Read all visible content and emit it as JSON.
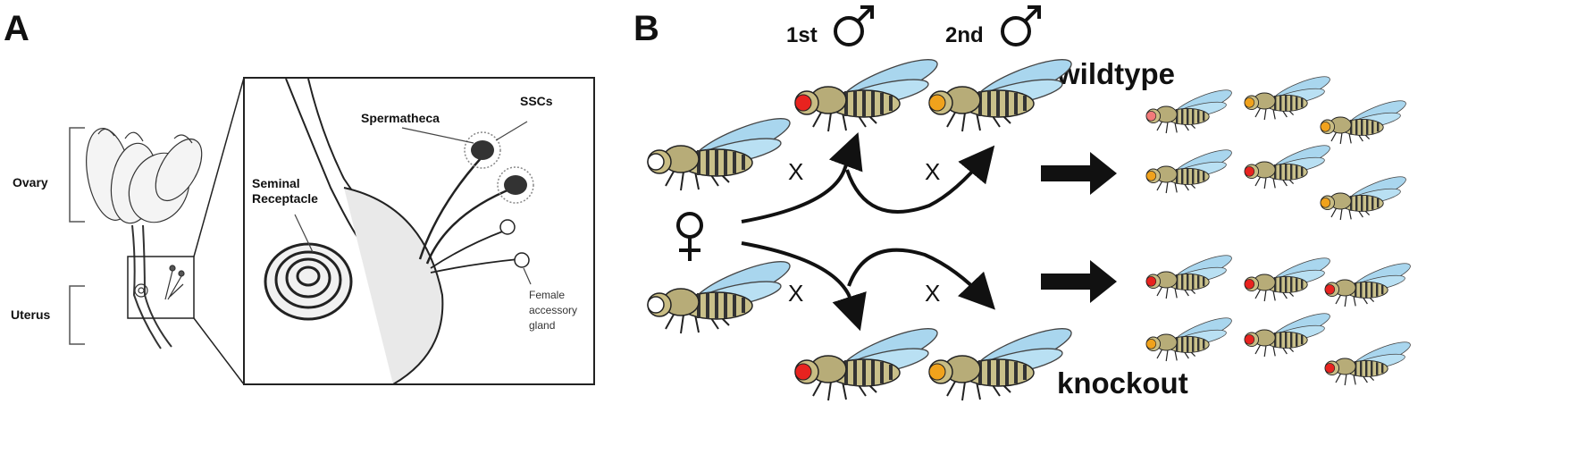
{
  "panel_a": {
    "letter": "A",
    "ovary_label": "Ovary",
    "uterus_label": "Uterus",
    "seminal_receptacle_label_line1": "Seminal",
    "seminal_receptacle_label_line2": "Receptacle",
    "spermatheca_label": "Spermatheca",
    "sscs_label": "SSCs",
    "accessory_gland_label": "Female accessory gland"
  },
  "panel_b": {
    "letter": "B",
    "first_male_label": "1st",
    "second_male_label": "2nd",
    "cross_symbol": "X",
    "wildtype_label": "wildtype",
    "knockout_label": "knockout",
    "female_symbol_name": "female-symbol",
    "male_symbol_name": "male-symbol",
    "eye_colors": {
      "red": "#e8231f",
      "orange": "#f0a21c",
      "white": "#ffffff"
    },
    "wing_color": "#a9d6ee"
  }
}
